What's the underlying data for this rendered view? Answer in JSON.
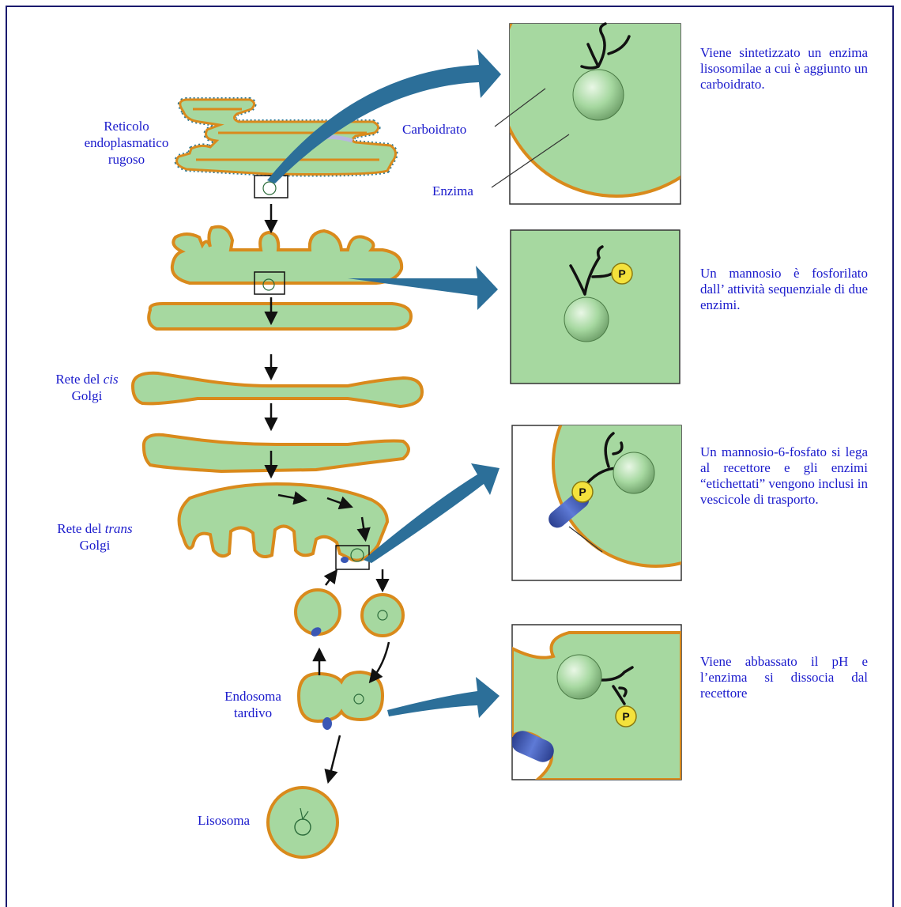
{
  "labels": {
    "rer": [
      "Reticolo",
      "endoplasmatico",
      "rugoso"
    ],
    "cis": {
      "prefix": "Rete del ",
      "em": "cis",
      "line2": "Golgi"
    },
    "trans": {
      "prefix": "Rete del ",
      "em": "trans",
      "line2": "Golgi"
    },
    "endosome": [
      "Endosoma",
      "tardivo"
    ],
    "lysosome": "Lisosoma",
    "carbohydrate": "Carboidrato",
    "enzyme": "Enzima",
    "phosphate": "P"
  },
  "descriptions": [
    "Viene sintetizzato un enzima lisosomilae a cui è aggiunto un carboidrato.",
    "Un mannosio è fosforilato dall’ attività sequenziale di due enzimi.",
    "Un mannosio-6-fosfato si lega al recettore e gli enzimi “etichettati” vengono inclusi in vescicole di trasporto.",
    "Viene abbassato il pH e l’enzima si dissocia dal recettore"
  ],
  "colors": {
    "lumen": "#a6d8a0",
    "membrane": "#d98a1c",
    "ribosome": "#2f7a95",
    "text": "#1a1acc",
    "arrow": "#2c6f99",
    "receptor": "#3a57b5",
    "phosphate": "#f4e23c",
    "frame": "#1a1a6e"
  }
}
